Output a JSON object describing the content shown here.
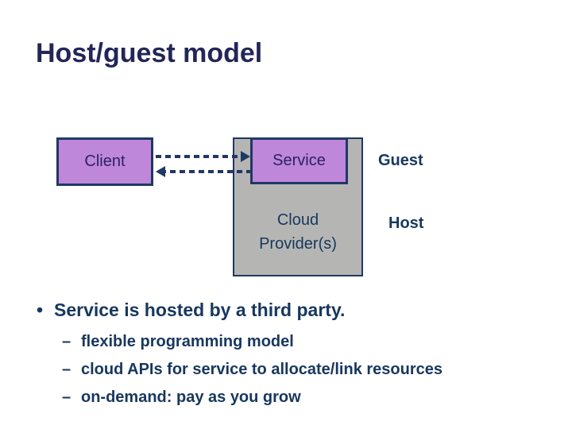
{
  "slide": {
    "title": "Host/guest model",
    "diagram": {
      "client_label": "Client",
      "service_label": "Service",
      "cloud_label_line1": "Cloud",
      "cloud_label_line2": "Provider(s)",
      "guest_label": "Guest",
      "host_label": "Host"
    },
    "bullets": {
      "bullet_glyph": "•",
      "dash_glyph": "–",
      "main": "Service is hosted by a third party.",
      "sub": [
        "flexible programming model",
        "cloud APIs for service to allocate/link resources",
        "on-demand: pay as you grow"
      ]
    },
    "colors": {
      "background": "#FFFFFF",
      "title_text": "#232657",
      "body_text": "#17375E",
      "box_label_text": "#2B2161",
      "purple_fill": "#BE87DA",
      "gray_fill": "#B5B6B4",
      "navy_border": "#1F3864"
    }
  }
}
